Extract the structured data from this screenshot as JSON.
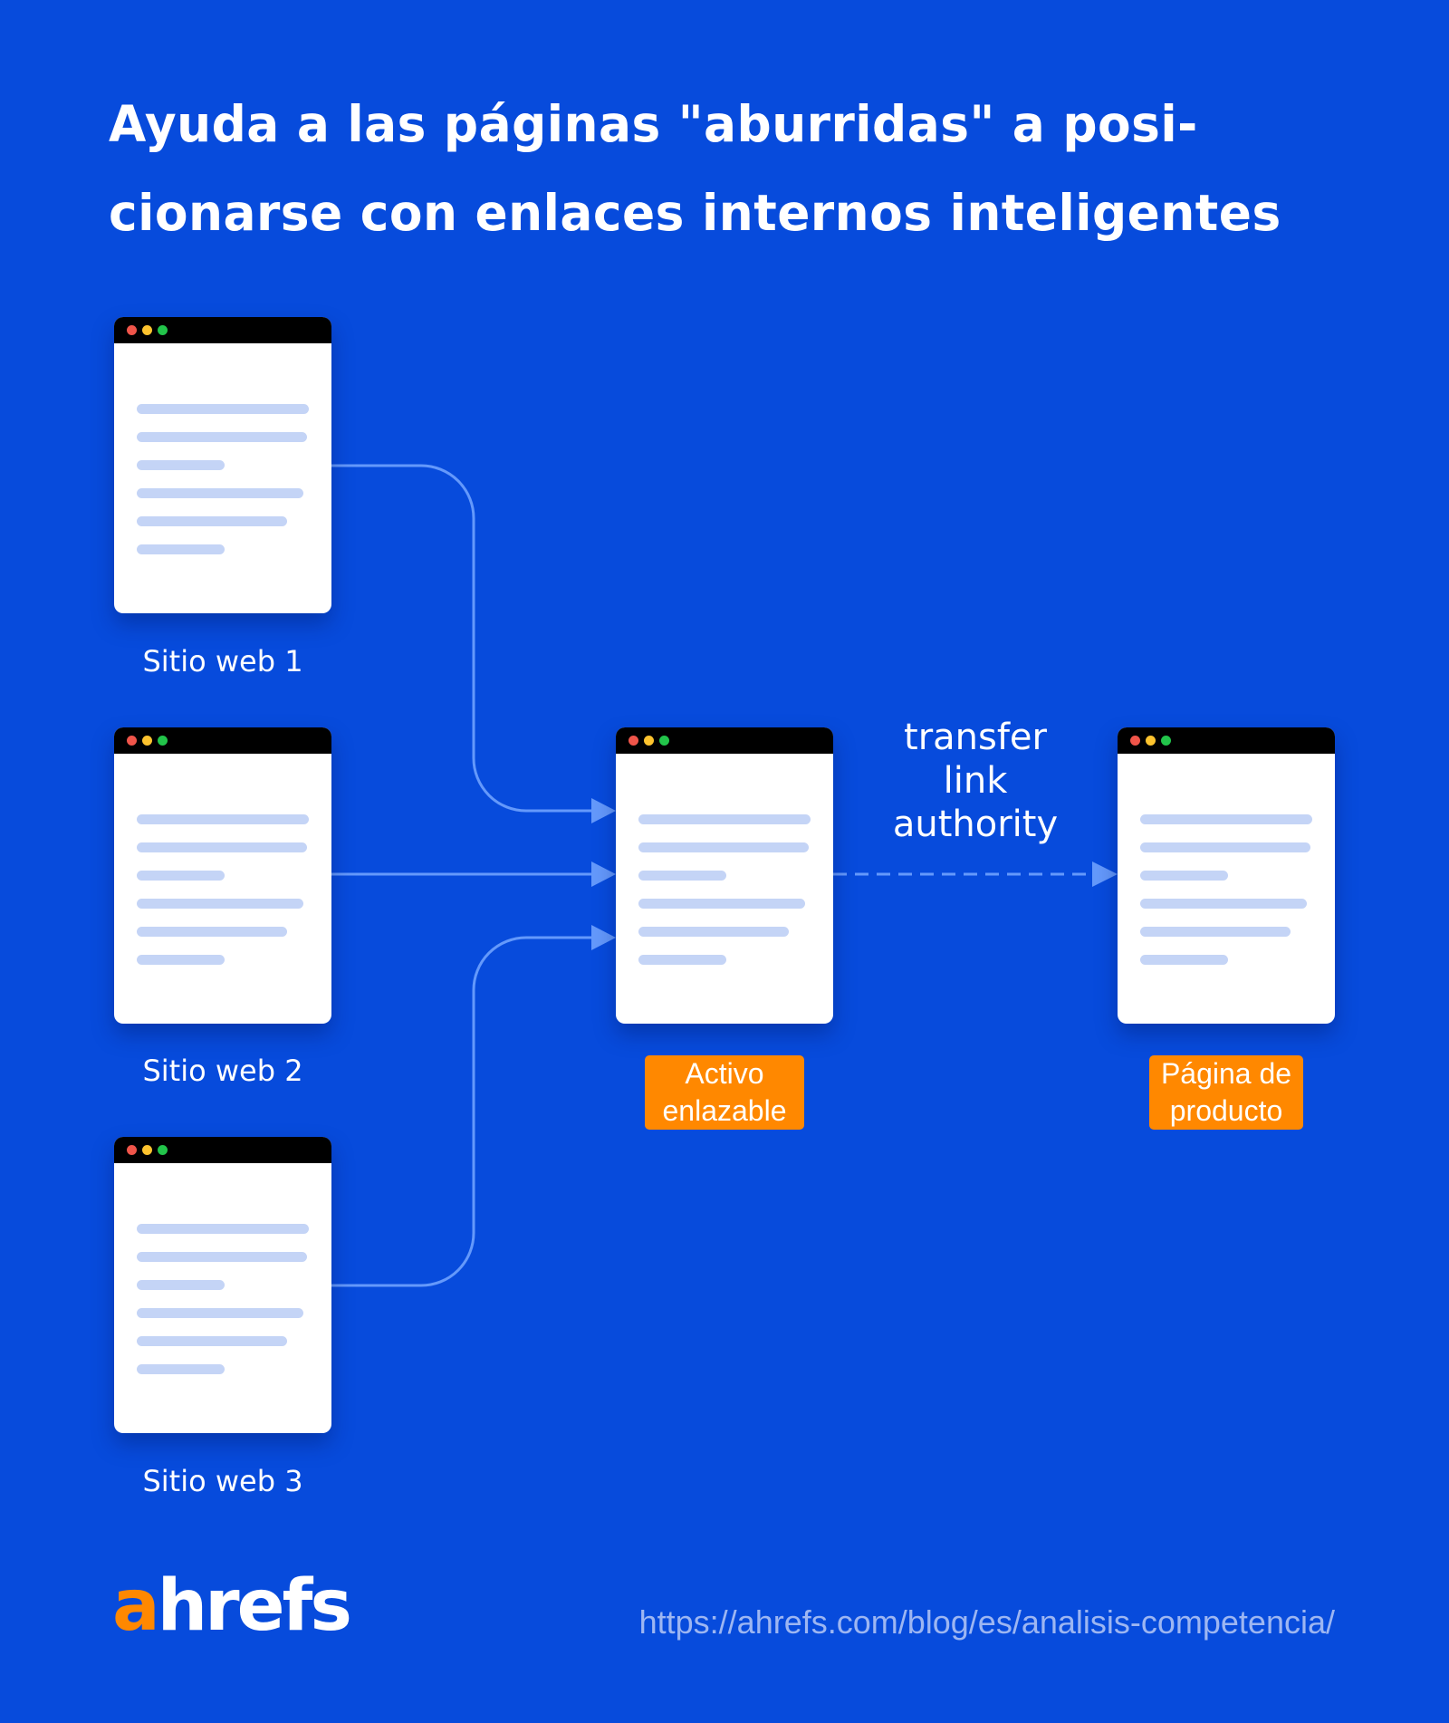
{
  "title": {
    "line1": "Ayuda a las páginas \"aburridas\" a posi-",
    "line2": "cionarse con enlaces internos inteligentes"
  },
  "sources": [
    {
      "label": "Sitio web 1"
    },
    {
      "label": "Sitio web 2"
    },
    {
      "label": "Sitio web 3"
    }
  ],
  "hub": {
    "label_line1": "Activo",
    "label_line2": "enlazable"
  },
  "target": {
    "label_line1": "Página de",
    "label_line2": "producto"
  },
  "transfer_text": {
    "line1": "transfer",
    "line2": "link",
    "line3": "authority"
  },
  "footer": {
    "logo_accent": "a",
    "logo_rest": "hrefs",
    "url": "https://ahrefs.com/blog/es/analisis-competencia/"
  },
  "colors": {
    "background": "#074bdc",
    "accent_orange": "#ff8800",
    "connector": "#6499fb",
    "content_line": "#c4d4f6",
    "url_text": "#9db6f2"
  },
  "icons": [
    "browser-window-icon",
    "arrow-right-icon",
    "dashed-arrow-icon"
  ]
}
